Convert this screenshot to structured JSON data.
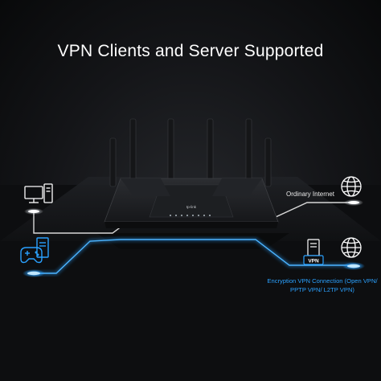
{
  "headline": "VPN Clients and Server Supported",
  "ordinary_internet_label": "Ordinary Internet",
  "vpn_connection_label": "Encryption VPN Connection (Open VPN/ PPTP VPN/ L2TP VPN)",
  "vpn_badge": "VPN",
  "router_brand": "tp-link",
  "colors": {
    "background": "#141518",
    "accent_blue": "#2aa1ff",
    "line_white": "#d8d8d8",
    "text_white": "#ffffff"
  }
}
